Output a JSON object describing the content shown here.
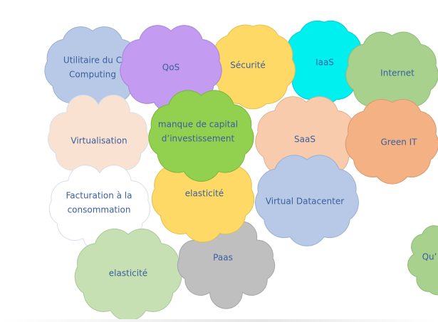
{
  "clouds": [
    {
      "id": "utilitaire",
      "lines": [
        "Utilitaire du C",
        "Computing"
      ],
      "fill": "#b7c9e6",
      "stroke": "#9ab0d2",
      "text": "#3b5f9b"
    },
    {
      "id": "virtualisation",
      "lines": [
        "Virtualisation"
      ],
      "fill": "#f9e2d1",
      "stroke": "#d8dfe9",
      "text": "#3b5f9b"
    },
    {
      "id": "facturation",
      "lines": [
        "Facturation à la",
        "consommation"
      ],
      "fill": "#ffffff",
      "stroke": "#d8dfe9",
      "text": "#3b5f9b"
    },
    {
      "id": "elasticite-green",
      "lines": [
        "elasticité"
      ],
      "fill": "#c6e0b4",
      "stroke": "#a9c997",
      "text": "#3b5f9b"
    },
    {
      "id": "qos",
      "lines": [
        "QoS"
      ],
      "fill": "#c39bf0",
      "stroke": "#a884d8",
      "text": "#3b5f9b"
    },
    {
      "id": "securite",
      "lines": [
        "Sécurité"
      ],
      "fill": "#ffd966",
      "stroke": "#e2c052",
      "text": "#3b5f9b"
    },
    {
      "id": "iaas",
      "lines": [
        "IaaS"
      ],
      "fill": "#00f0f0",
      "stroke": "#00cccc",
      "text": "#3b5f9b"
    },
    {
      "id": "internet",
      "lines": [
        "Internet"
      ],
      "fill": "#a9d18e",
      "stroke": "#8fba75",
      "text": "#3b5f9b"
    },
    {
      "id": "manque",
      "lines": [
        "manque de capital",
        "d’investissement"
      ],
      "fill": "#92d050",
      "stroke": "#7ab63c",
      "text": "#3b5f9b"
    },
    {
      "id": "saas",
      "lines": [
        "SaaS"
      ],
      "fill": "#f8cbad",
      "stroke": "#dfb196",
      "text": "#3b5f9b"
    },
    {
      "id": "green-it",
      "lines": [
        "Green IT"
      ],
      "fill": "#f4b183",
      "stroke": "#d99a6e",
      "text": "#3b5f9b"
    },
    {
      "id": "elasticite-yellow",
      "lines": [
        "elasticité"
      ],
      "fill": "#ffd966",
      "stroke": "#e2c052",
      "text": "#3b5f9b"
    },
    {
      "id": "virtual-datacenter",
      "lines": [
        "Virtual Datacenter"
      ],
      "fill": "#b7c9e6",
      "stroke": "#9ab0d2",
      "text": "#3b5f9b"
    },
    {
      "id": "paas",
      "lines": [
        "Paas"
      ],
      "fill": "#bfbfbf",
      "stroke": "#a6a6a6",
      "text": "#3b5f9b"
    },
    {
      "id": "qu",
      "lines": [
        "Qu’"
      ],
      "fill": "#a9d18e",
      "stroke": "#8fba75",
      "text": "#3b5f9b"
    }
  ]
}
